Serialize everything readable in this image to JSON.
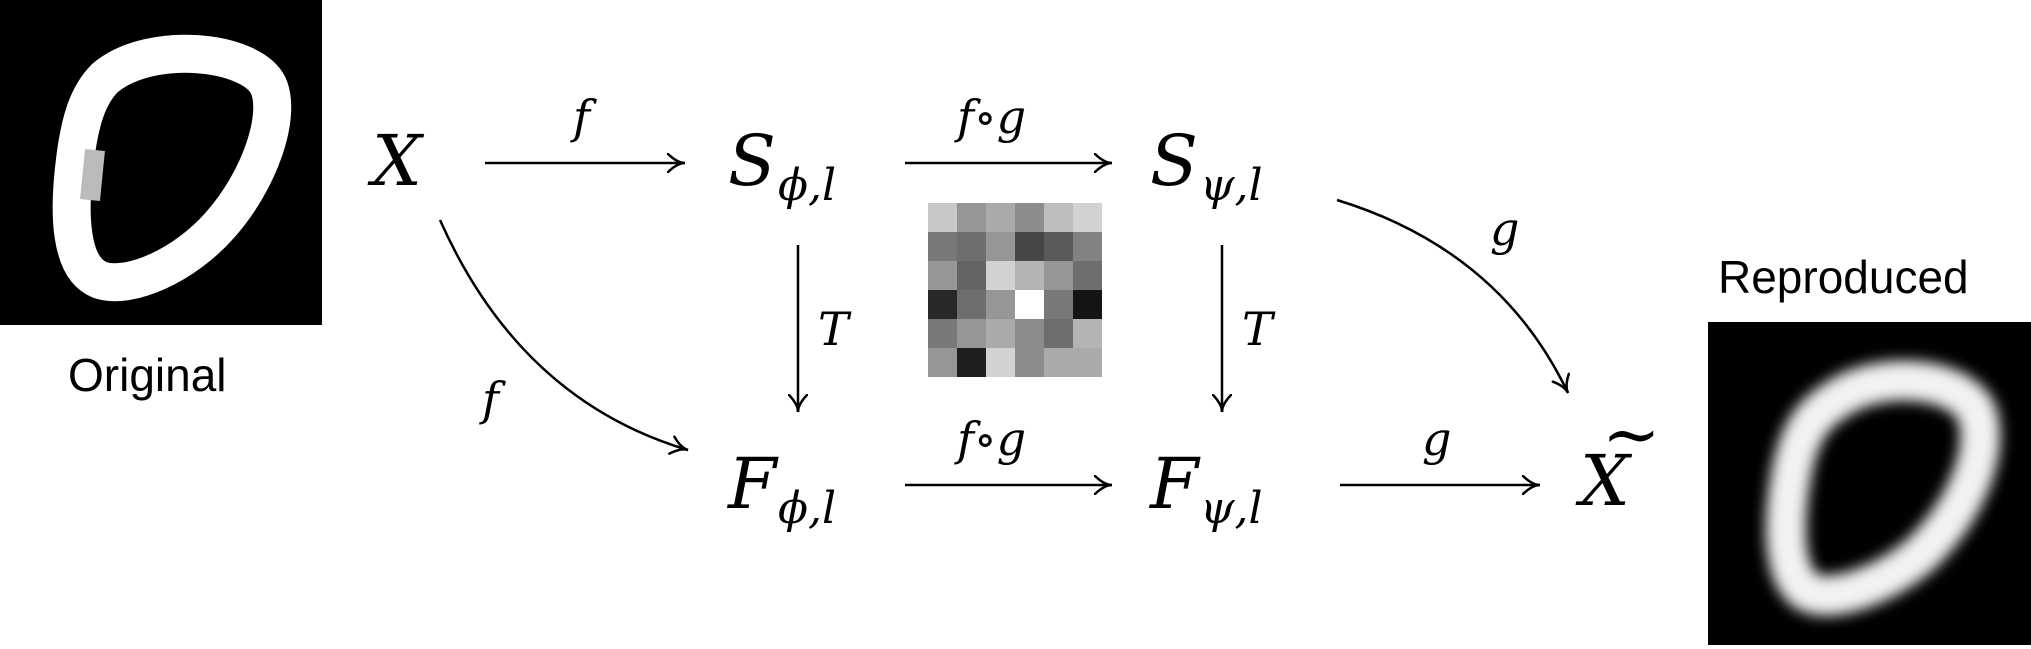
{
  "captions": {
    "original": "Original",
    "reproduced": "Reproduced"
  },
  "nodes": {
    "x": {
      "main": "X"
    },
    "s_phi": {
      "main": "S",
      "sub": "ϕ,l"
    },
    "s_psi": {
      "main": "S",
      "sub": "ψ,l"
    },
    "f_phi": {
      "main": "F",
      "sub": "ϕ,l"
    },
    "f_psi": {
      "main": "F",
      "sub": "ψ,l"
    },
    "x_tilde": {
      "main": "X",
      "accent": "~"
    }
  },
  "edges": {
    "x_to_s_phi": "f",
    "s_phi_to_s_psi": "f∘g",
    "s_psi_to_x_tilde": "g",
    "s_phi_to_f_phi": "T",
    "s_psi_to_f_psi": "T",
    "x_to_f_phi": "f",
    "f_phi_to_f_psi": "f∘g",
    "f_psi_to_x_tilde": "g"
  },
  "matrix": {
    "rows": 6,
    "cols": 6,
    "gray": [
      [
        200,
        150,
        170,
        140,
        190,
        210
      ],
      [
        120,
        110,
        150,
        70,
        90,
        130
      ],
      [
        150,
        100,
        210,
        180,
        150,
        110
      ],
      [
        40,
        110,
        150,
        255,
        120,
        20
      ],
      [
        120,
        150,
        170,
        140,
        110,
        180
      ],
      [
        150,
        30,
        210,
        140,
        170,
        170
      ]
    ]
  }
}
